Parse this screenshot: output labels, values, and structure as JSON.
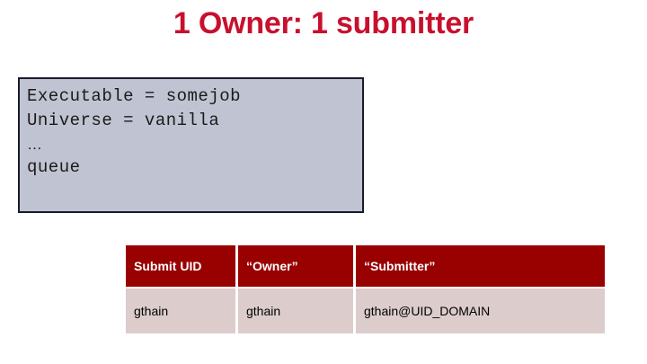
{
  "slide": {
    "title": "1 Owner: 1 submitter",
    "title_color": "#C8102E"
  },
  "code_box": {
    "background_color": "#C0C4D2",
    "border_color": "#1A1A2E",
    "lines": [
      "Executable = somejob",
      "Universe = vanilla",
      "…",
      "queue"
    ]
  },
  "table": {
    "header_color": "#990000",
    "header_text_color": "#FFFFFF",
    "row_color": "#DCCCCC",
    "row_text_color": "#000000",
    "columns": [
      "Submit UID",
      "“Owner”",
      "“Submitter”"
    ],
    "rows": [
      [
        "gthain",
        "gthain",
        "gthain@UID_DOMAIN"
      ]
    ]
  }
}
